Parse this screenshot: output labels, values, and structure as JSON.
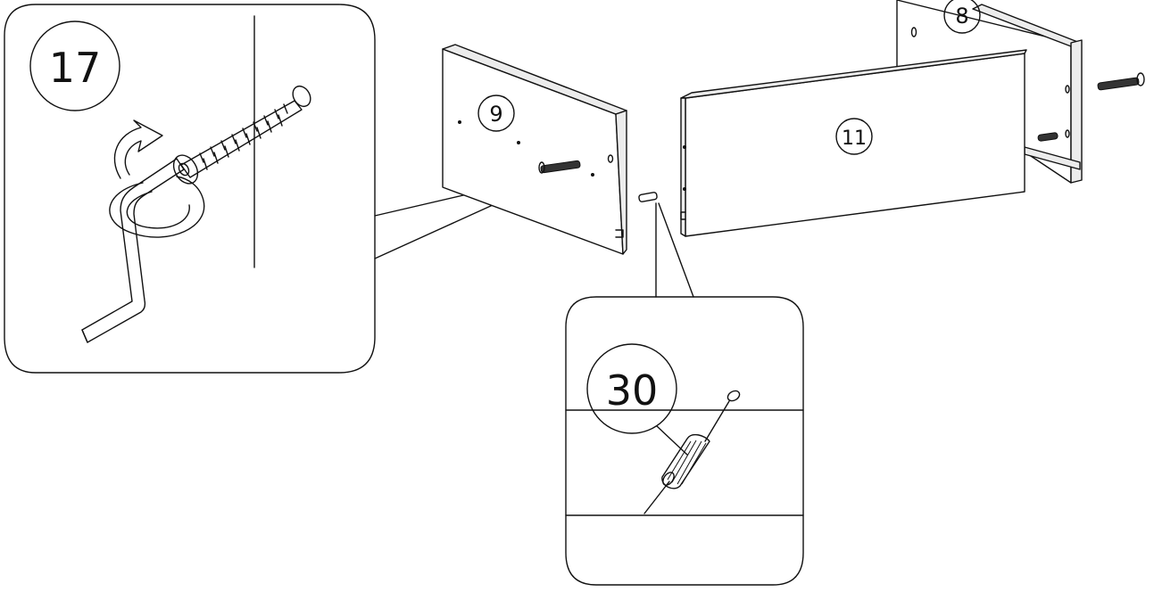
{
  "callouts": {
    "detail_left": "17",
    "detail_bottom": "30"
  },
  "panels": {
    "left_side": "9",
    "back_panel": "8",
    "front_panel": "11"
  },
  "icons": {
    "screwdriver": "allen-key-icon",
    "cam_bolt": "cam-bolt-icon",
    "dowel": "wooden-dowel-icon",
    "rotation": "rotate-arrow-icon"
  }
}
